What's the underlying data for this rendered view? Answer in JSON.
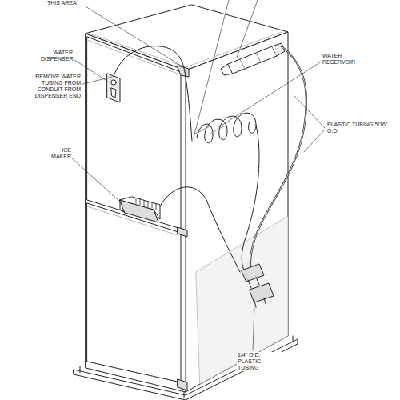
{
  "diagram": {
    "labels": [
      "THIS AREA",
      "WATER DISPENSER",
      "REMOVE WATER TUBING FROM CONDUIT FROM DISPENSER END",
      "ICE MAKER",
      "WATER RESERVOIR",
      "PLASTIC TUBING 5/16\" O.D.",
      "1/4\" O.D. PLASTIC TUBING"
    ]
  }
}
